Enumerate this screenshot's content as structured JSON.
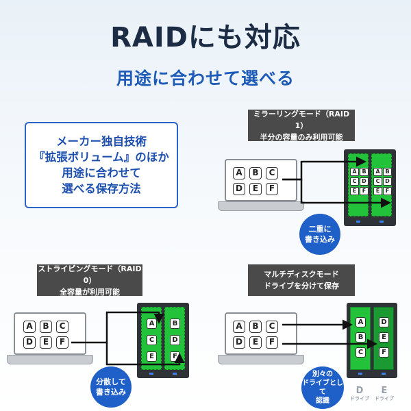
{
  "title": "RAIDにも対応",
  "subtitle": "用途に合わせて選べる",
  "feature": {
    "lines": [
      "メーカー独自技術",
      "『拡張ボリューム』のほか",
      "用途に合わせて",
      "選べる保存方法"
    ]
  },
  "keys": [
    "A",
    "B",
    "C",
    "D",
    "E",
    "F"
  ],
  "mirror": {
    "caption_line1": "ミラーリングモード（RAID 1）",
    "caption_line2": "半分の容量のみ利用可能",
    "drive1": [
      "A",
      "B",
      "C",
      "D",
      "E",
      "F"
    ],
    "drive2": [
      "A",
      "B",
      "C",
      "D",
      "E",
      "F"
    ],
    "badge_line1": "二重に",
    "badge_line2": "書き込み"
  },
  "striping": {
    "caption_line1": "ストライピングモード（RAID 0）",
    "caption_line2": "全容量が利用可能",
    "drive1": [
      "A",
      "C",
      "E"
    ],
    "drive2": [
      "B",
      "D",
      "F"
    ],
    "badge_line1": "分散して",
    "badge_line2": "書き込み"
  },
  "multidisk": {
    "caption_line1": "マルチディスクモード",
    "caption_line2": "ドライブを分けて保存",
    "drive1": [
      "A",
      "B",
      "C"
    ],
    "drive2": [
      "D",
      "E",
      "F"
    ],
    "badge_line1": "別々の",
    "badge_line2": "ドライブとして",
    "badge_line3": "認識",
    "label_d": "D",
    "label_e": "E",
    "label_sub": "ドライブ"
  },
  "colors": {
    "accent_blue": "#1f5fc8",
    "drive_green": "#22c33a",
    "caption_bg": "#4a4a4a"
  }
}
